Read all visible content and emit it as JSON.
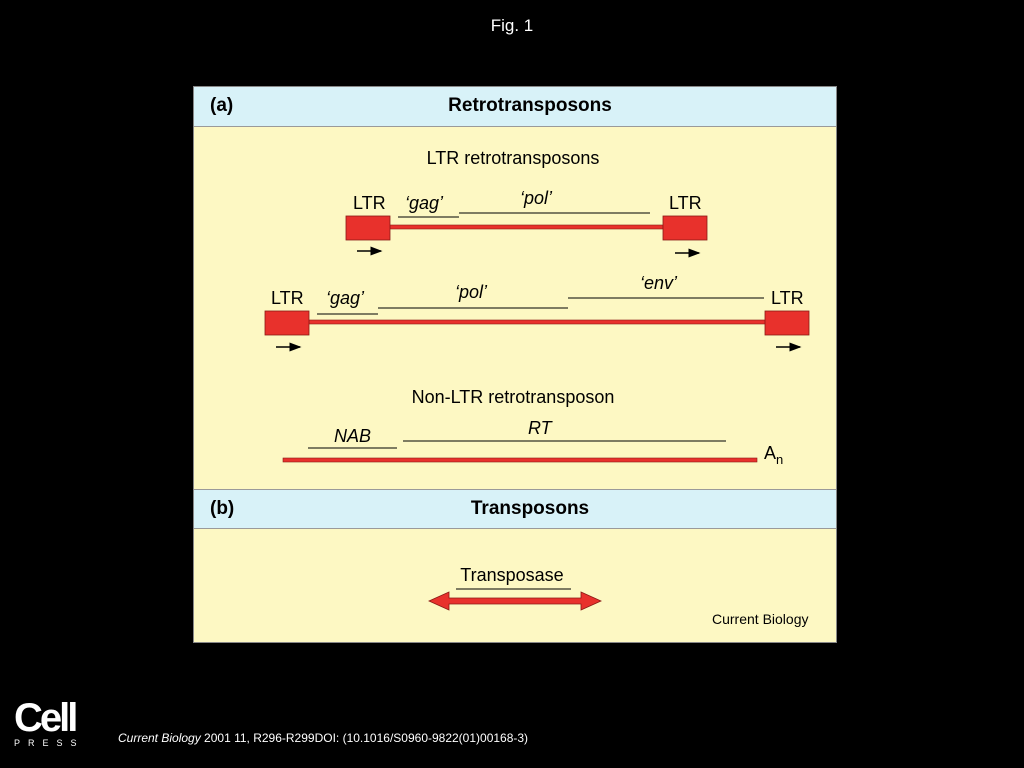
{
  "figure_title": "Fig. 1",
  "panel_a": {
    "letter": "(a)",
    "heading": "Retrotransposons",
    "ltr_title": "LTR retrotransposons",
    "ltr": "LTR",
    "gag": "‘gag’",
    "pol": "‘pol’",
    "env": "‘env’",
    "non_ltr_title": "Non-LTR retrotransposon",
    "nab": "NAB",
    "rt": "RT",
    "an_base": "A",
    "an_sub": "n"
  },
  "panel_b": {
    "letter": "(b)",
    "heading": "Transposons",
    "transposase": "Transposase"
  },
  "credit": "Current Biology",
  "logo": {
    "word": "Cell",
    "press": "PRESS"
  },
  "citation": {
    "journal": "Current Biology",
    "rest": " 2001 11, R296-R299DOI: (10.1016/S0960-9822(01)00168-3)"
  },
  "colors": {
    "element_red": "#e8312c",
    "band_blue": "#d8f2f8",
    "panel_yellow": "#fdf8c3"
  }
}
